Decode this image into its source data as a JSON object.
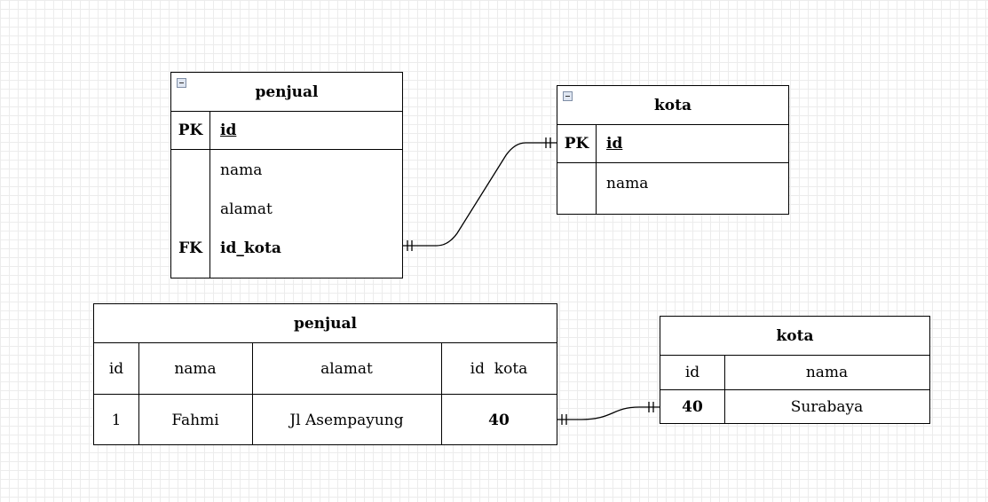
{
  "entities": {
    "penjual": {
      "title": "penjual",
      "pk": {
        "key": "PK",
        "name": "id"
      },
      "fields": [
        "nama",
        "alamat"
      ],
      "fk": {
        "key": "FK",
        "name": "id_kota"
      }
    },
    "kota": {
      "title": "kota",
      "pk": {
        "key": "PK",
        "name": "id"
      },
      "fields": [
        "nama"
      ]
    }
  },
  "tables": {
    "penjual": {
      "title": "penjual",
      "headers": [
        "id",
        "nama",
        "alamat",
        "id  kota"
      ],
      "rows": [
        [
          "1",
          "Fahmi",
          "Jl Asempayung",
          "40"
        ]
      ]
    },
    "kota": {
      "title": "kota",
      "headers": [
        "id",
        "nama"
      ],
      "rows": [
        [
          "40",
          "Surabaya"
        ]
      ]
    }
  },
  "relations": [
    {
      "from": "penjual.id_kota",
      "to": "kota.id",
      "notation": "one-to-one"
    },
    {
      "from": "penjual.id kota",
      "to": "kota.id",
      "notation": "one-to-one"
    }
  ]
}
